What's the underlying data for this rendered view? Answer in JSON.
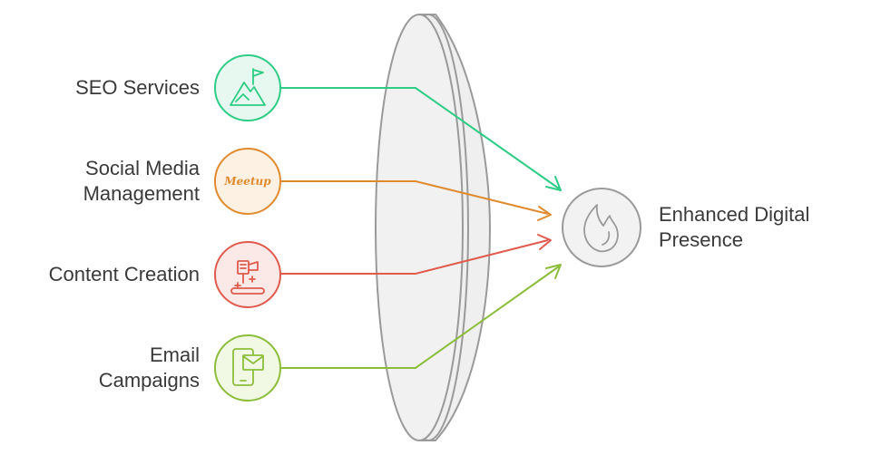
{
  "inputs": [
    {
      "label": "SEO Services",
      "icon": "mountain-flag-icon",
      "color": "#2ecc85",
      "fill": "#e6f8ef"
    },
    {
      "label": "Social Media\nManagement",
      "icon": "meetup-logo-icon",
      "color": "#e08a2e",
      "fill": "#fdf1e3"
    },
    {
      "label": "Content Creation",
      "icon": "content-tools-icon",
      "color": "#e05a4e",
      "fill": "#fbe9e7"
    },
    {
      "label": "Email\nCampaigns",
      "icon": "mobile-email-icon",
      "color": "#8cbd3a",
      "fill": "#f1f8e4"
    }
  ],
  "output": {
    "label": "Enhanced Digital\nPresence",
    "icon": "flame-icon",
    "color": "#9a9a9a",
    "fill": "#f2f2f2"
  },
  "lens": {
    "stroke": "#9a9a9a",
    "fill": "#efefef"
  },
  "meetup_logo_text": "Meetup"
}
